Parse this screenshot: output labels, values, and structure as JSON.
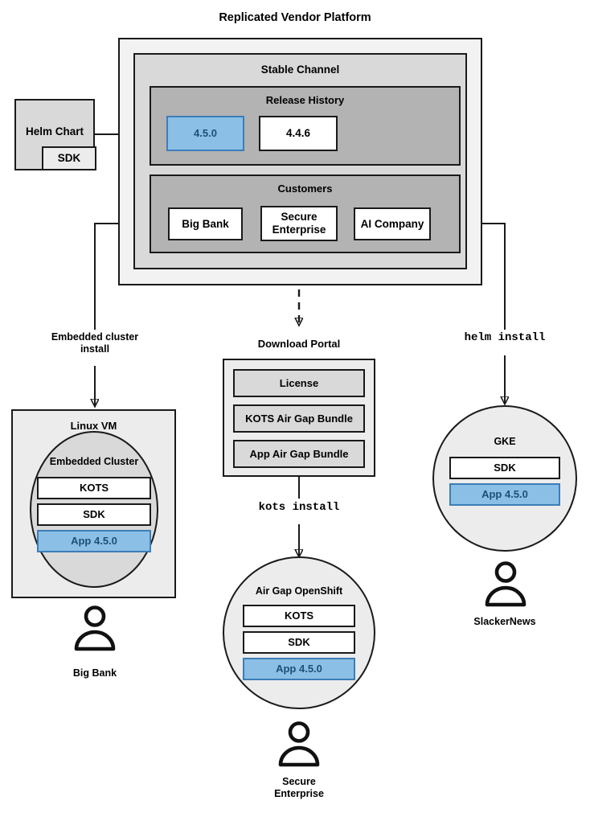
{
  "title": "Replicated Vendor Platform",
  "colors": {
    "outer_fill": "#f2f2f2",
    "channel_fill": "#d9d9d9",
    "group_fill": "#b3b3b3",
    "accent_blue_fill": "#8cbfe5",
    "accent_blue_border": "#3c7eb8",
    "accent_blue_text": "#1d4f79",
    "stroke": "#1a1a1a",
    "white": "#ffffff"
  },
  "vendor_platform": {
    "title": "Replicated Vendor Platform",
    "channel": {
      "title": "Stable Channel",
      "release_history": {
        "title": "Release History",
        "releases": [
          {
            "version": "4.5.0",
            "highlighted": true
          },
          {
            "version": "4.4.6",
            "highlighted": false
          }
        ]
      },
      "customers": {
        "title": "Customers",
        "items": [
          {
            "name": "Big Bank"
          },
          {
            "name": "Secure\nEnterprise"
          },
          {
            "name": "AI Company"
          }
        ]
      }
    }
  },
  "helm_chart": {
    "title": "Helm Chart",
    "sdk_label": "SDK"
  },
  "download_portal": {
    "title": "Download Portal",
    "artifacts": [
      "License",
      "KOTS Air Gap Bundle",
      "App Air Gap Bundle"
    ]
  },
  "edge_labels": {
    "embedded_cluster_install": "Embedded cluster\ninstall",
    "kots_install": "kots install",
    "helm_install": "helm install"
  },
  "targets": {
    "linux_vm": {
      "title": "Linux VM",
      "cluster_title": "Embedded Cluster",
      "components": [
        {
          "label": "KOTS",
          "highlighted": false
        },
        {
          "label": "SDK",
          "highlighted": false
        },
        {
          "label": "App 4.5.0",
          "highlighted": true
        }
      ],
      "persona": "Big Bank"
    },
    "openshift": {
      "title": "Air Gap OpenShift",
      "components": [
        {
          "label": "KOTS",
          "highlighted": false
        },
        {
          "label": "SDK",
          "highlighted": false
        },
        {
          "label": "App 4.5.0",
          "highlighted": true
        }
      ],
      "persona": "Secure\nEnterprise"
    },
    "gke": {
      "title": "GKE",
      "components": [
        {
          "label": "SDK",
          "highlighted": false
        },
        {
          "label": "App 4.5.0",
          "highlighted": true
        }
      ],
      "persona": "SlackerNews"
    }
  }
}
